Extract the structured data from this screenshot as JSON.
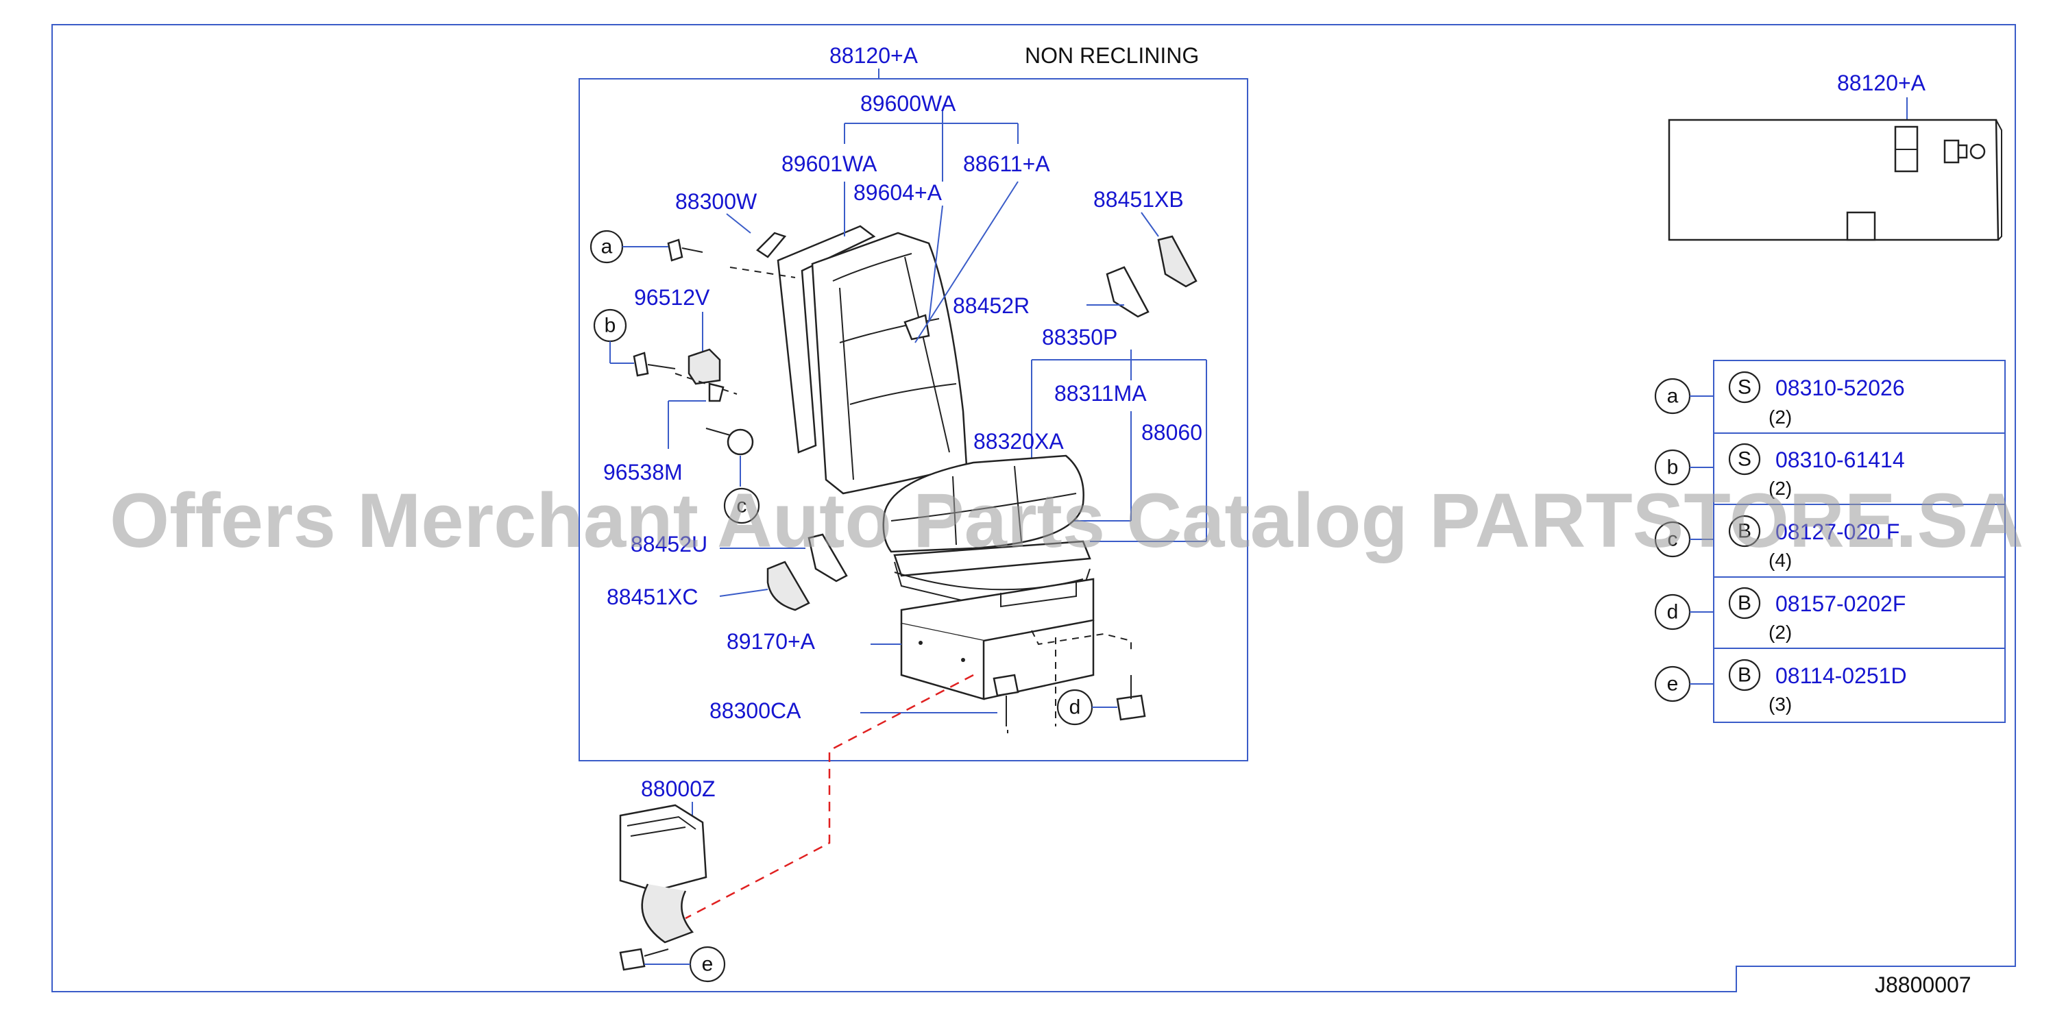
{
  "diagram": {
    "title": "NON  RECLINING",
    "diagram_code": "J8800007",
    "watermark": "Offers Merchant Auto Parts Catalog PARTSTORE.SA",
    "line_color": "#3a5cc8",
    "label_color": "#1515d0",
    "part_labels": {
      "main_assembly": "88120+A",
      "inset_assembly": "88120+A",
      "seat_back_assy": "89600WA",
      "back_frame": "89601WA",
      "back_trim": "89604+A",
      "back_pad": "88611+A",
      "hinge_bracket": "88300W",
      "cover_xb": "88451XB",
      "knob_clip": "96512V",
      "finisher_r": "88452R",
      "seat_cushion_assy": "88350P",
      "cushion_trim": "88311MA",
      "cushion_pad": "88320XA",
      "cushion_frame": "88060",
      "stopper": "96538M",
      "finisher_l": "88452U",
      "cover_xc": "88451XC",
      "riser": "89170+A",
      "bracket_ca": "88300CA",
      "belt_buckle": "88000Z"
    },
    "fasteners": [
      {
        "letter": "a",
        "type": "S",
        "part_no": "08310-52026",
        "qty": "(2)"
      },
      {
        "letter": "b",
        "type": "S",
        "part_no": "08310-61414",
        "qty": "(2)"
      },
      {
        "letter": "c",
        "type": "B",
        "part_no": "08127-020 F",
        "qty": "(4)"
      },
      {
        "letter": "d",
        "type": "B",
        "part_no": "08157-0202F",
        "qty": "(2)"
      },
      {
        "letter": "e",
        "type": "B",
        "part_no": "08114-0251D",
        "qty": "(3)"
      }
    ]
  }
}
